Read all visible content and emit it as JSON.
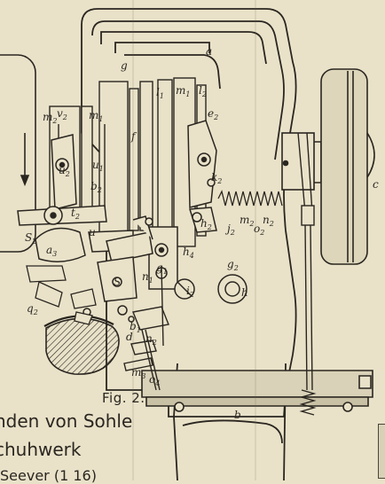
{
  "figure": {
    "caption": "Fig. 2."
  },
  "text_lines": [
    "nden von Sohle",
    "chuhwerk",
    "Seever (1 16)"
  ],
  "part_labels": [
    "a",
    "b",
    "c",
    "g",
    "f",
    "l1",
    "m1",
    "l2",
    "e2",
    "m2",
    "v2",
    "m1",
    "u2",
    "u1",
    "b2",
    "t2",
    "S2",
    "a3",
    "u",
    "q2",
    "S",
    "b1",
    "d",
    "n2",
    "m3",
    "o4",
    "q3",
    "g2",
    "i2",
    "h2",
    "h4",
    "n1",
    "g1",
    "j2",
    "k2",
    "n2",
    "m2",
    "o2",
    "i2",
    "h"
  ]
}
